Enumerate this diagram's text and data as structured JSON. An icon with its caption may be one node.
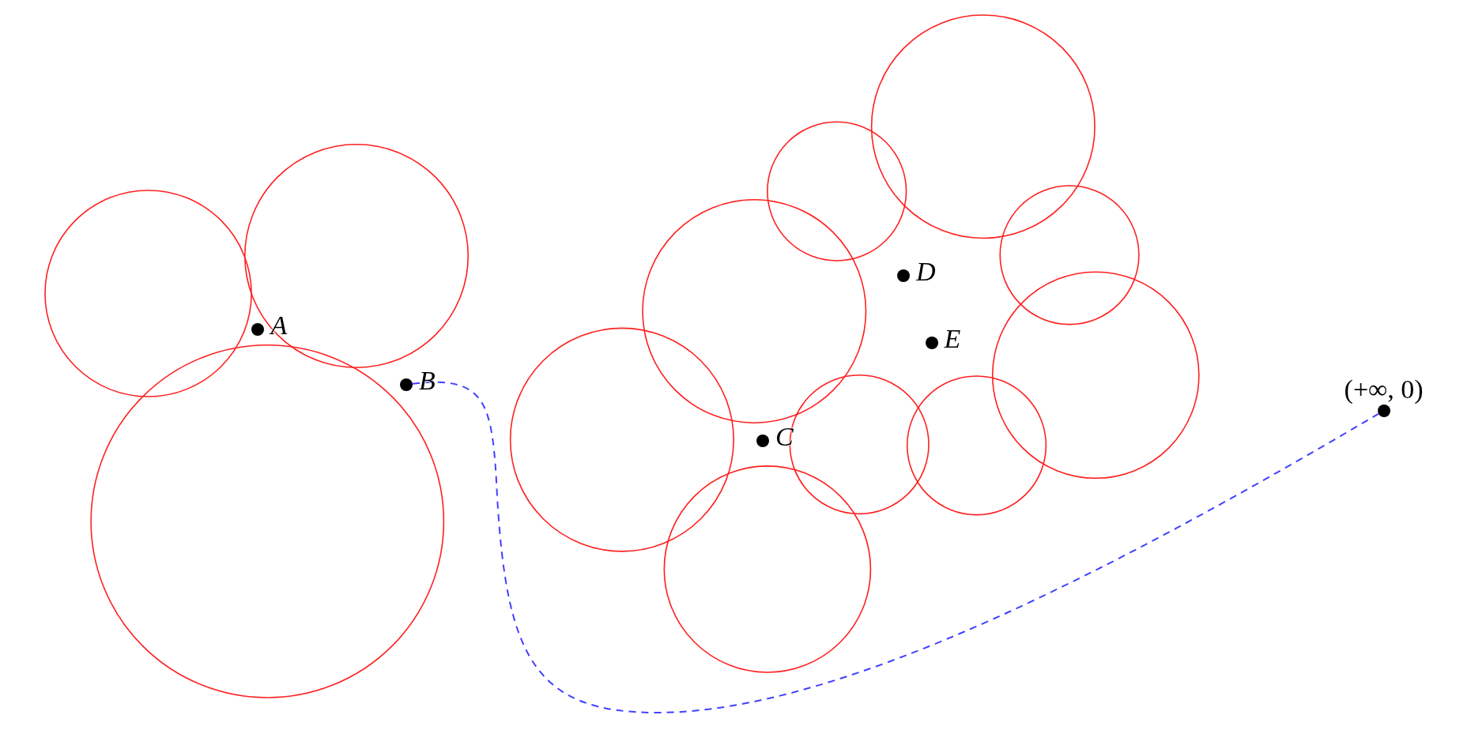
{
  "diagram": {
    "nodes": [
      {
        "text": [
          "A"
        ]
      },
      {
        "text": [
          "B"
        ]
      },
      {
        "text": [
          "C"
        ]
      },
      {
        "text": [
          "D"
        ]
      },
      {
        "text": [
          "E"
        ]
      },
      {
        "text": [
          "(+∞, 0)"
        ]
      }
    ],
    "edges": [
      {
        "from": 1,
        "to": 5,
        "arrow": "none",
        "style": "dashed",
        "color": "#4040ff"
      }
    ]
  }
}
